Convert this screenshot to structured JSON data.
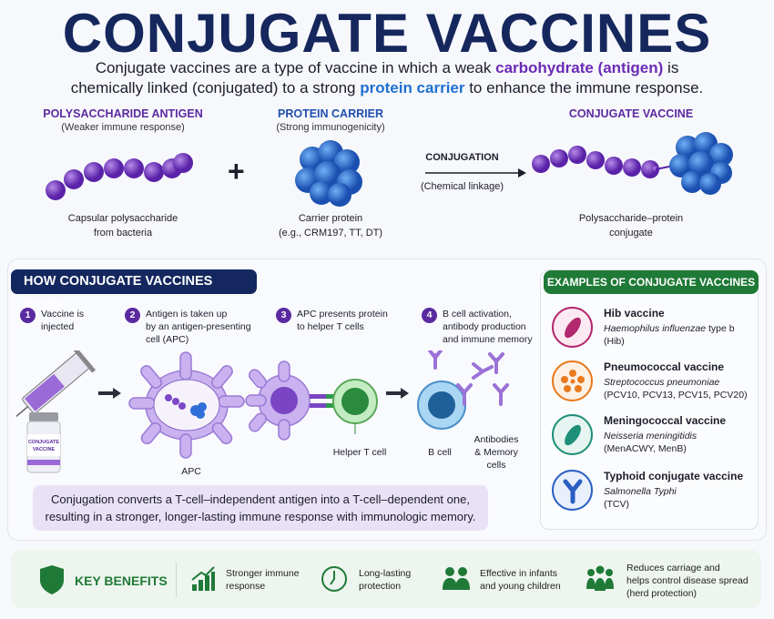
{
  "title": "CONJUGATE VACCINES",
  "subtitle": {
    "line1_a": "Conjugate vaccines are a type of vaccine in which a weak ",
    "line1_hl": "carbohydrate (antigen)",
    "line1_b": " is",
    "line2_a": "chemically linked (conjugated) to a strong ",
    "line2_hl": "protein carrier",
    "line2_b": " to enhance the immune response."
  },
  "components": [
    {
      "heading": "POLYSACCHARIDE ANTIGEN",
      "sub": "(Weaker immune response)",
      "caption1": "Capsular polysaccharide",
      "caption2": "from bacteria"
    },
    {
      "heading": "PROTEIN CARRIER",
      "sub": "(Strong immunogenicity)",
      "caption1": "Carrier protein",
      "caption2": "(e.g., CRM197, TT, DT)"
    },
    {
      "heading": "CONJUGATE VACCINE",
      "caption1": "Polysaccharide–protein",
      "caption2": "conjugate"
    }
  ],
  "plus": "+",
  "conjugation": {
    "label": "CONJUGATION",
    "sub": "(Chemical linkage)"
  },
  "how": {
    "title": "HOW CONJUGATE VACCINES WORK",
    "steps": [
      {
        "n": "1",
        "text1": "Vaccine is",
        "text2": "injected"
      },
      {
        "n": "2",
        "text1": "Antigen is taken up",
        "text2": "by an antigen-presenting",
        "text3": "cell (APC)"
      },
      {
        "n": "3",
        "text1": "APC presents protein",
        "text2": "to helper T cells"
      },
      {
        "n": "4",
        "text1": "B cell activation,",
        "text2": "antibody production",
        "text3": "and immune memory"
      }
    ],
    "vial_label1": "CONJUGATE",
    "vial_label2": "VACCINE",
    "labels": {
      "apc": "APC",
      "helper": "Helper T cell",
      "bcell": "B cell",
      "ab1": "Antibodies",
      "ab2": "& Memory",
      "ab3": "cells"
    },
    "note1": "Conjugation converts a T-cell–independent antigen into a T-cell–dependent one,",
    "note2": "resulting in a stronger, longer-lasting immune response with immunologic memory."
  },
  "examples": {
    "title": "EXAMPLES OF CONJUGATE VACCINES",
    "items": [
      {
        "name": "Hib vaccine",
        "organism": "Haemophilus influenzae",
        "extra": " type b",
        "types": "(Hib)",
        "color": "#b3286e"
      },
      {
        "name": "Pneumococcal vaccine",
        "organism": "Streptococcus pneumoniae",
        "extra": "",
        "types": "(PCV10, PCV13, PCV15, PCV20)",
        "color": "#e87a1f"
      },
      {
        "name": "Meningococcal vaccine",
        "organism": "Neisseria meningitidis",
        "extra": "",
        "types": "(MenACWY, MenB)",
        "color": "#1f8f7a"
      },
      {
        "name": "Typhoid conjugate vaccine",
        "organism": "Salmonella Typhi",
        "extra": "",
        "types": "(TCV)",
        "color": "#2b5fc4"
      }
    ]
  },
  "benefits": {
    "title": "KEY BENEFITS",
    "items": [
      {
        "l1": "Stronger immune",
        "l2": "response"
      },
      {
        "l1": "Long-lasting",
        "l2": "protection"
      },
      {
        "l1": "Effective in infants",
        "l2": "and young children"
      },
      {
        "l1": "Reduces carriage and",
        "l2": "helps control disease spread",
        "l3": "(herd protection)"
      }
    ]
  }
}
